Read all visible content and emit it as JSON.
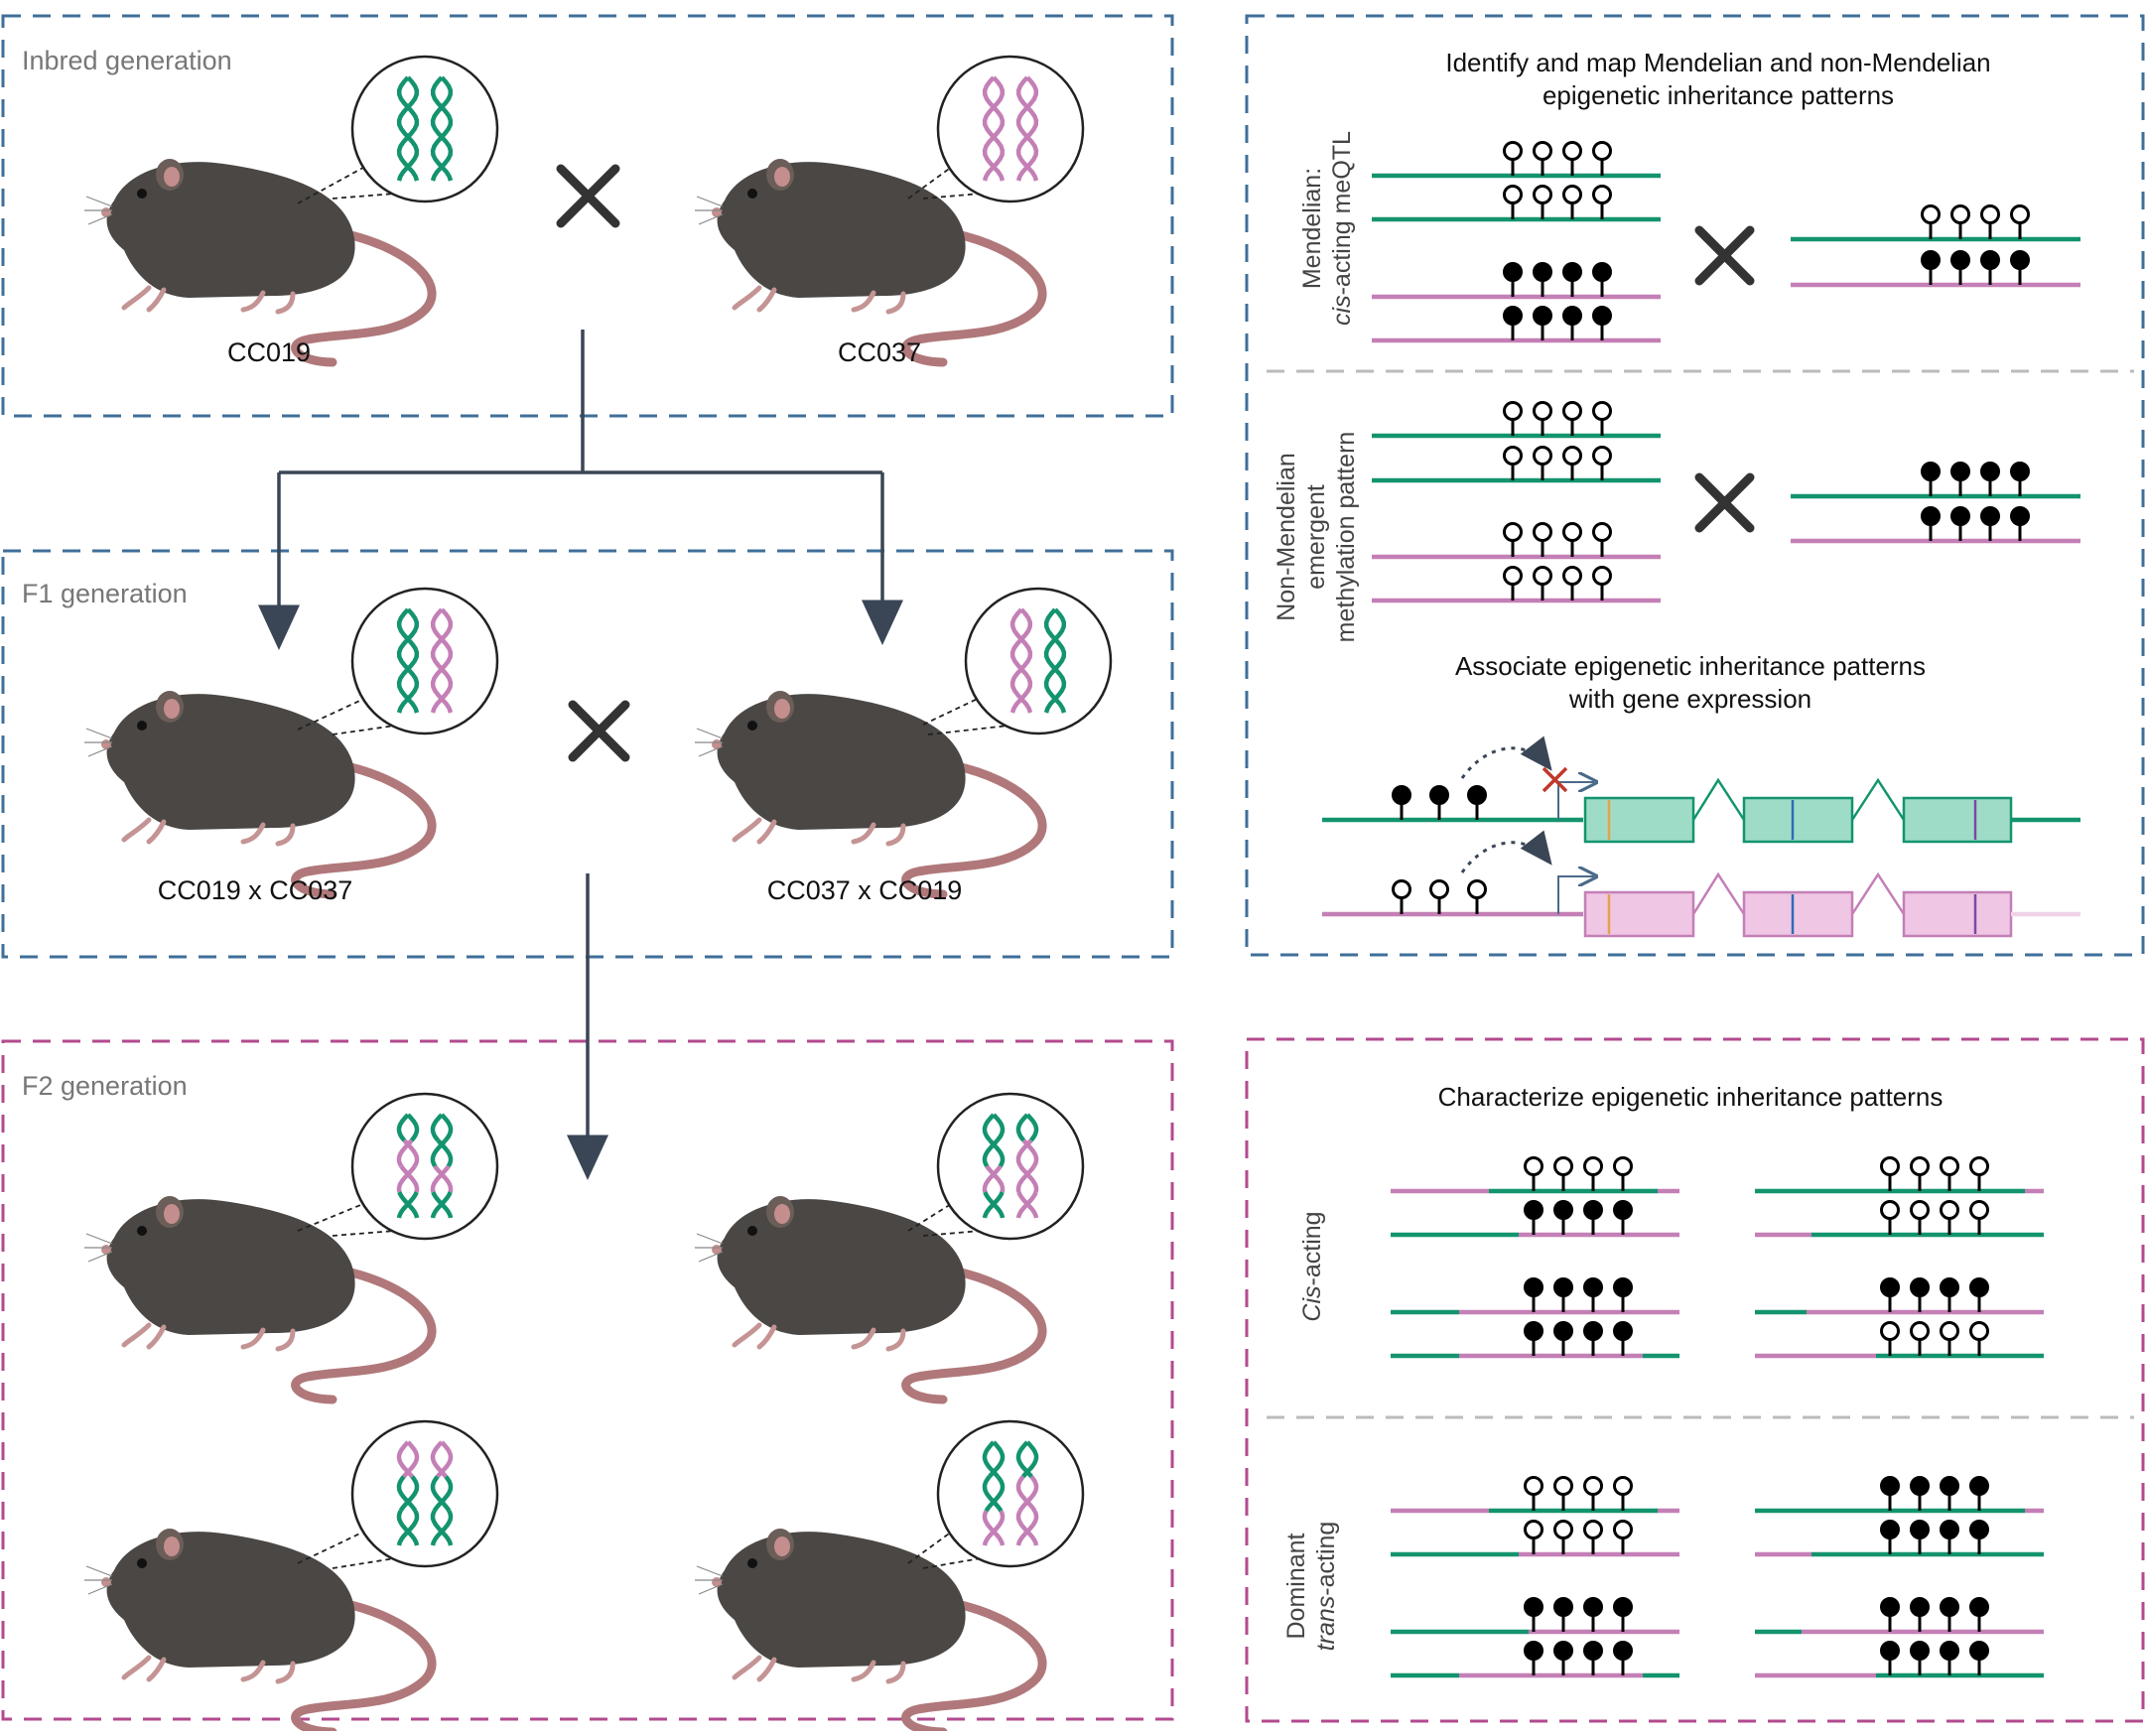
{
  "left": {
    "inbred": {
      "title": "Inbred generation",
      "strain_a": "CC019",
      "strain_b": "CC037"
    },
    "f1": {
      "title": "F1 generation",
      "cross_a": "CC019 x CC037",
      "cross_b": "CC037 x CC019"
    },
    "f2": {
      "title": "F2 generation"
    }
  },
  "right_top": {
    "title_line1": "Identify and map Mendelian and non-Mendelian",
    "title_line2": "epigenetic inheritance patterns",
    "mendelian_l1": "Mendelian:",
    "mendelian_l2_italic": "cis",
    "mendelian_l2_rest": "-acting meQTL",
    "nonmend_l1": "Non-Mendelian",
    "nonmend_l2": "emergent",
    "nonmend_l3": "methylation pattern",
    "assoc_line1": "Associate epigenetic inheritance patterns",
    "assoc_line2": "with gene expression"
  },
  "right_bottom": {
    "title": "Characterize epigenetic inheritance patterns",
    "cis_italic": "Cis",
    "cis_rest": "-acting",
    "dom_l1": "Dominant",
    "dom_l2_italic": "trans",
    "dom_l2_rest": "-acting"
  },
  "colors": {
    "green": "#13946e",
    "pink": "#c47fb6",
    "blue_dash": "#3f6f99",
    "magenta_dash": "#b24a8e",
    "gray_dash": "#bbbbbb",
    "arrow": "#3a4656",
    "mouse": "#4a4744",
    "exon_green": "#9fdcc7",
    "exon_pink": "#efc6e3"
  }
}
